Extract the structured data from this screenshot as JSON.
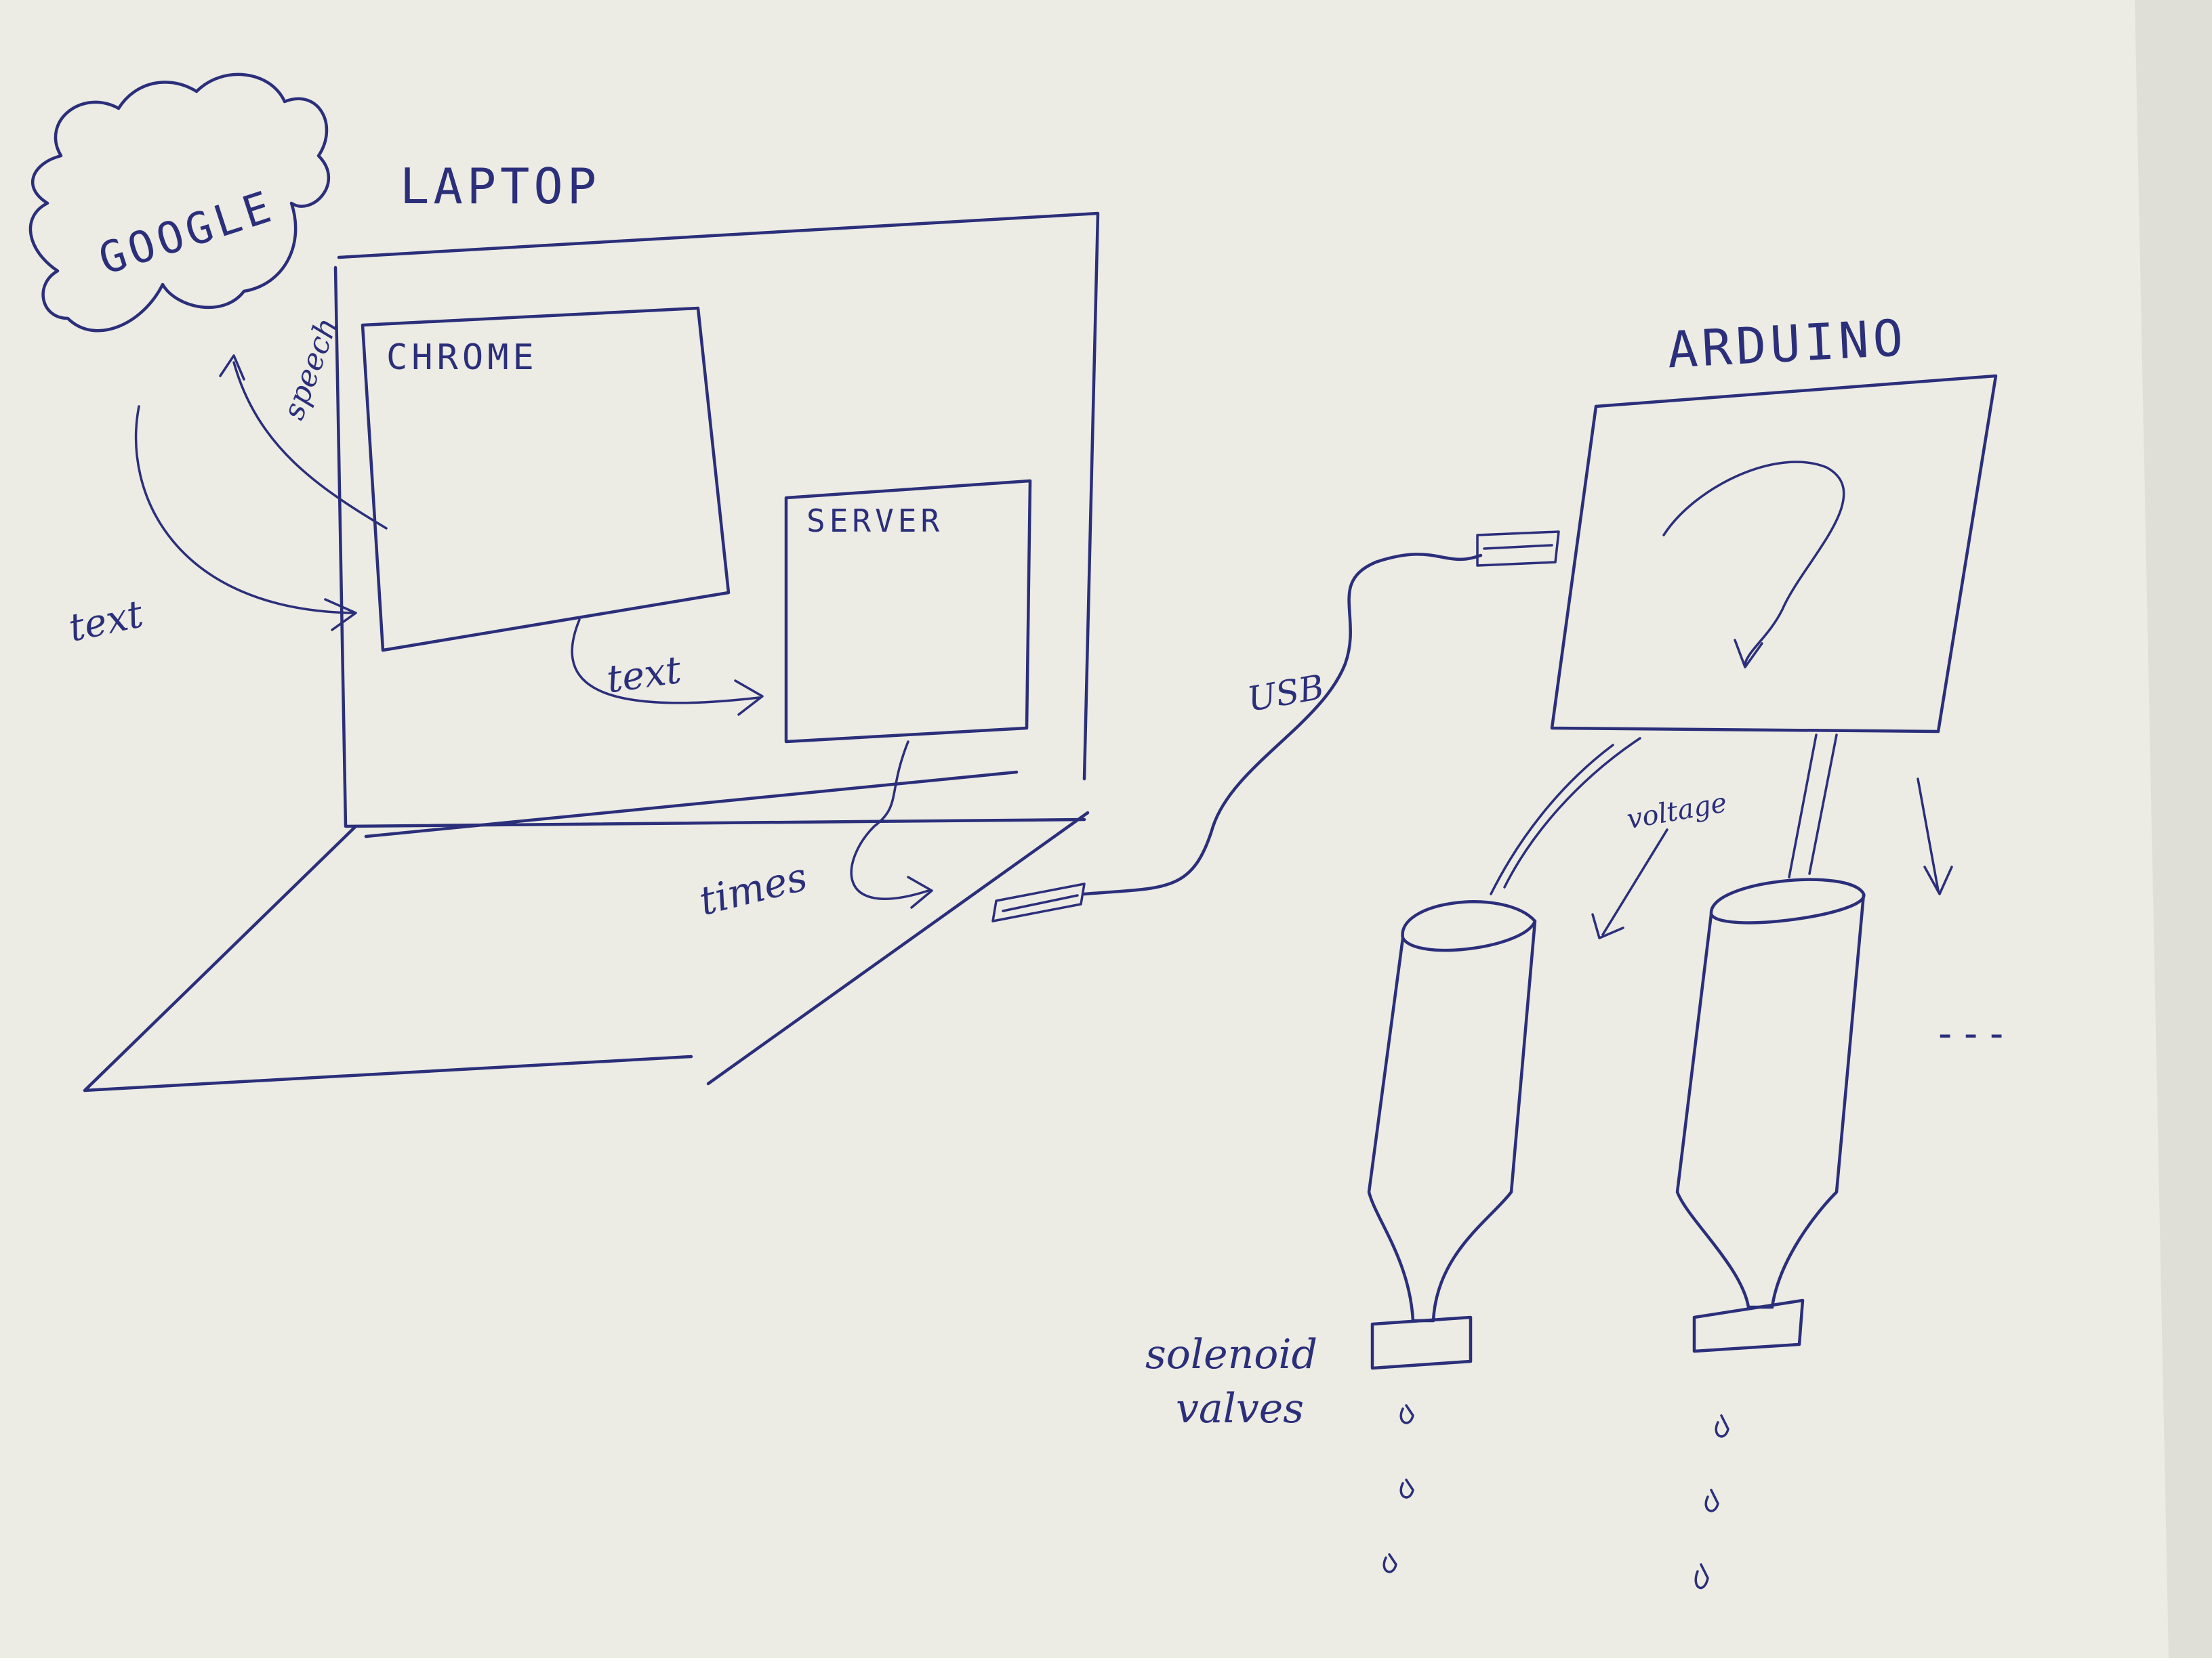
{
  "labels": {
    "google": "GOOGLE",
    "laptop": "LAPTOP",
    "chrome": "CHROME",
    "server": "SERVER",
    "arduino": "ARDUINO",
    "speech": "speech",
    "text_left": "text",
    "text_middle": "text",
    "times": "times",
    "usb": "USB",
    "voltage": "voltage",
    "solenoid_line1": "solenoid",
    "solenoid_line2": "valves",
    "ellipsis": "- - -"
  },
  "colors": {
    "paper": "#ecebe4",
    "ink": "#2b2f7a",
    "table": "#3a3530"
  }
}
